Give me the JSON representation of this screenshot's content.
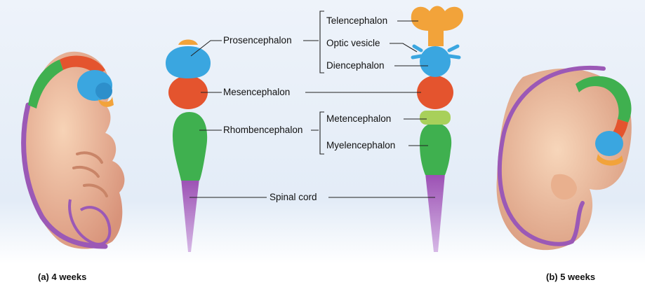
{
  "labels": {
    "prosencephalon": "Prosencephalon",
    "mesencephalon": "Mesencephalon",
    "rhombencephalon": "Rhombencephalon",
    "spinal_cord": "Spinal cord",
    "telencephalon": "Telencephalon",
    "optic_vesicle": "Optic vesicle",
    "diencephalon": "Diencephalon",
    "metencephalon": "Metencephalon",
    "myelencephalon": "Myelencephalon"
  },
  "captions": {
    "a": "(a)  4 weeks",
    "b": "(b)  5 weeks"
  },
  "colors": {
    "prosencephalon": "#3aa6e0",
    "telencephalon": "#f2a33a",
    "mesencephalon": "#e4542e",
    "rhombencephalon": "#3fb04f",
    "metencephalon": "#a8d05a",
    "spinal_cord": "#9b59b6",
    "embryo_skin": "#f3c4a3"
  }
}
